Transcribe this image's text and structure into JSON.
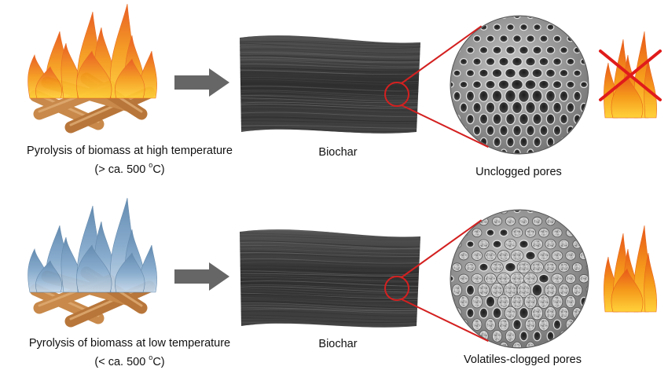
{
  "rows": [
    {
      "process_label": "Pyrolysis of biomass at high temperature",
      "temperature_prefix": "(> ca. 500 ",
      "temperature_unit_sup": "o",
      "temperature_suffix": "C)",
      "product_label": "Biochar",
      "pore_label": "Unclogged pores",
      "flame_color": "#f7a21b",
      "pores_clogged": false,
      "flame_crossed": true
    },
    {
      "process_label": "Pyrolysis of biomass at low temperature",
      "temperature_prefix": "(< ca. 500 ",
      "temperature_unit_sup": "o",
      "temperature_suffix": "C)",
      "product_label": "Biochar",
      "pore_label": "Volatiles-clogged pores",
      "flame_color": "#7fa7c9",
      "pores_clogged": true,
      "flame_crossed": false
    }
  ],
  "colors": {
    "arrow": "#666666",
    "magnifier": "#d42020",
    "char": "#3a3a3a",
    "wood": "#c8894a",
    "fire_orange": "#f7a21b",
    "fire_blue": "#7fa7c9",
    "cross": "#e01b1b"
  },
  "icons": [
    "campfire-icon",
    "arrow-right-icon",
    "biochar-block-icon",
    "magnifier-circle-icon",
    "pore-micrograph-icon",
    "flame-icon",
    "cross-icon"
  ]
}
